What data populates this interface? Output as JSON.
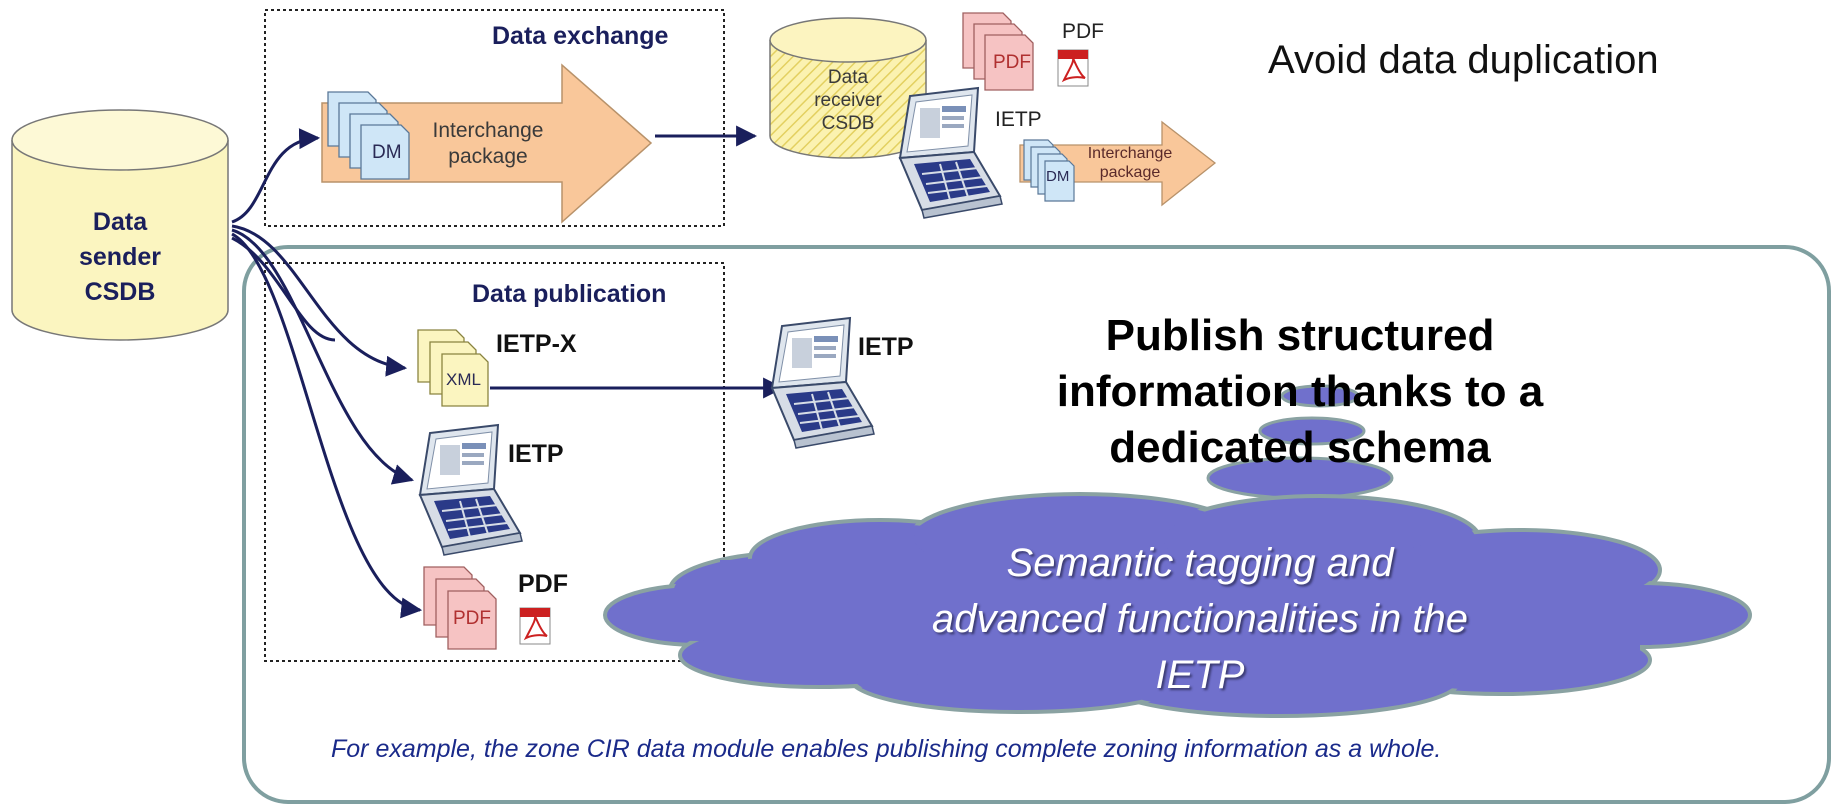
{
  "sender_db": {
    "lines": [
      "Data",
      "sender",
      "CSDB"
    ]
  },
  "exchange": {
    "title": "Data exchange",
    "package_label": "Interchange package",
    "dm_label": "DM"
  },
  "receiver": {
    "db_lines": [
      "Data",
      "receiver",
      "CSDB"
    ],
    "pdf_label": "PDF",
    "pdf_doc_label": "PDF",
    "ietp_label": "IETP",
    "package_label": "Interchange package",
    "dm_label": "DM"
  },
  "avoid_text": "Avoid data duplication",
  "publication": {
    "title": "Data publication",
    "ietpx_label": "IETP-X",
    "xml_label": "XML",
    "ietp_label": "IETP",
    "pdf_label": "PDF",
    "pdf_doc_label": "PDF",
    "target_ietp_label": "IETP"
  },
  "publish_text": [
    "Publish structured",
    "information thanks to a",
    "dedicated schema"
  ],
  "cloud_text": [
    "Semantic tagging and",
    "advanced functionalities in the",
    "IETP"
  ],
  "example_text": "For example, the zone CIR data module enables publishing  complete zoning information as a whole.",
  "colors": {
    "navy": "#1a1f5c",
    "cloud": "#7070cc",
    "panel_border": "#7f9fa0",
    "db_fill": "#fbf5c0",
    "package_fill": "#f9c79a",
    "dm_fill": "#cfe6f7",
    "pdf_fill": "#f6c3c3",
    "xml_fill": "#fbf5c0"
  }
}
